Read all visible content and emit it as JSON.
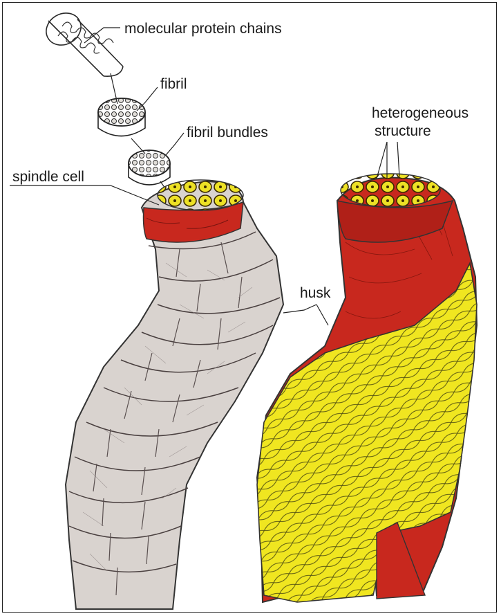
{
  "labels": {
    "molecular_protein_chains": "molecular protein chains",
    "fibril": "fibril",
    "fibril_bundles": "fibril bundles",
    "spindle_cell": "spindle cell",
    "heterogeneous_line1": "heterogeneous",
    "heterogeneous_line2": "structure",
    "husk": "husk"
  },
  "colors": {
    "cortex_red": "#c8281e",
    "cuticle_yellow": "#f0e620",
    "cell_yellow": "#e8e020",
    "ink": "#2a2a2a",
    "husk_grey": "#9a9090"
  }
}
